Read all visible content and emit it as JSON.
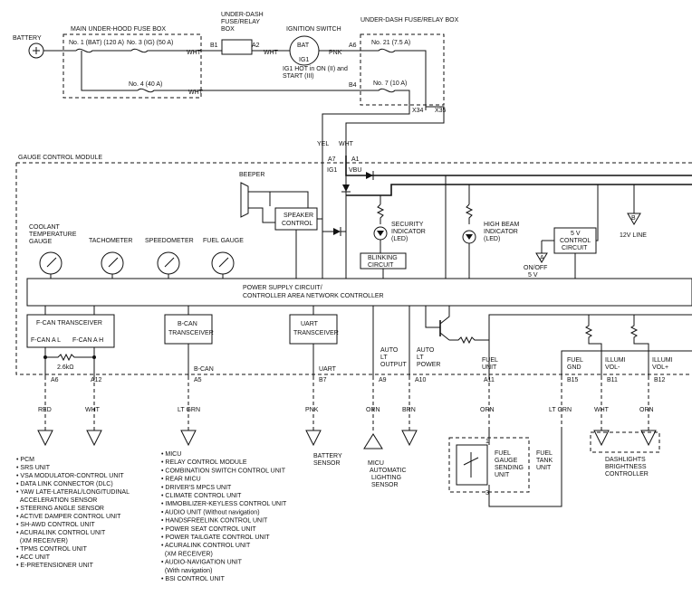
{
  "top": {
    "battery": "BATTERY",
    "main_fuse_box": "MAIN UNDER-HOOD FUSE BOX",
    "fuse_no1": "No. 1 (BAT) (120 A)",
    "fuse_no3": "No. 3 (IG) (50 A)",
    "fuse_no4": "No. 4 (40 A)",
    "underdash_left": [
      "UNDER-DASH",
      "FUSE/RELAY",
      "BOX"
    ],
    "underdash_right": "UNDER-DASH FUSE/RELAY BOX",
    "pin_b1": "B1",
    "pin_a2": "A2",
    "wht": "WHT",
    "ignition_switch": "IGNITION SWITCH",
    "bat": "BAT",
    "ig1": "IG1",
    "pnk": "PNK",
    "ig1_note": [
      "IG1 HOT in ON (II) and",
      "START (III)"
    ],
    "pin_a6": "A6",
    "pin_b4": "B4",
    "fuse_no21": "No. 21 (7.5 A)",
    "fuse_no7": "No. 7 (10 A)",
    "x34": "X34",
    "x35": "X35",
    "yel": "YEL"
  },
  "module": {
    "title": "GAUGE CONTROL MODULE",
    "a7": "A7",
    "a1": "A1",
    "ig1": "IG1",
    "vbu": "VBU",
    "beeper": "BEEPER",
    "speaker_control": [
      "SPEAKER",
      "CONTROL"
    ],
    "coolant_gauge": [
      "COOLANT",
      "TEMPERATURE",
      "GAUGE"
    ],
    "tachometer": "TACHOMETER",
    "speedometer": "SPEEDOMETER",
    "fuel_gauge": "FUEL GAUGE",
    "security_indicator": [
      "SECURITY",
      "INDICATOR",
      "(LED)"
    ],
    "blinking_circuit": [
      "BLINKING",
      "CIRCUIT"
    ],
    "high_beam_indicator": [
      "HIGH BEAM",
      "INDICATOR",
      "(LED)"
    ],
    "five_v_control": [
      "5 V",
      "CONTROL",
      "CIRCUIT"
    ],
    "on_off_5v": [
      "ON/OFF",
      "5 V"
    ],
    "conn_a": "A",
    "conn_b": "B",
    "v12_line": "12V LINE",
    "power_supply": [
      "POWER SUPPLY CIRCUIT/",
      "CONTROLLER AREA NETWORK CONTROLLER"
    ],
    "fcan_transceiver": "F-CAN TRANSCEIVER",
    "fcan_al": "F-CAN A L",
    "fcan_ah": "F-CAN A H",
    "resistor": "2.6kΩ",
    "bcan_transceiver": [
      "B-CAN",
      "TRANSCEIVER"
    ],
    "uart_transceiver": [
      "UART",
      "TRANSCEIVER"
    ],
    "auto_lt_output": [
      "AUTO",
      "LT",
      "OUTPUT"
    ],
    "auto_lt_power": [
      "AUTO",
      "LT",
      "POWER"
    ],
    "fuel_unit": [
      "FUEL",
      "UNIT"
    ],
    "fuel_gnd": [
      "FUEL",
      "GND"
    ],
    "illumi_minus": [
      "ILLUMI",
      "VOL-"
    ],
    "illumi_plus": [
      "ILLUMI",
      "VOL+"
    ]
  },
  "pins": {
    "a6": "A6",
    "a12": "A12",
    "b_can": "B-CAN",
    "a5": "A5",
    "uart": "UART",
    "b7": "B7",
    "a9": "A9",
    "a10": "A10",
    "a11": "A11",
    "b15": "B15",
    "b11": "B11",
    "b12": "B12"
  },
  "wires": {
    "red": "RED",
    "wht": "WHT",
    "lt_grn_bcan": "LT GRN",
    "pnk": "PNK",
    "orn_a9": "ORN",
    "brn": "BRN",
    "orn_a11": "ORN",
    "lt_grn_b15": "LT GRN",
    "wht_b11": "WHT",
    "orn_b12": "ORN"
  },
  "bottom": {
    "fcan_list": [
      "PCM",
      "SRS UNIT",
      "VSA MODULATOR-CONTROL UNIT",
      "DATA LINK CONNECTOR (DLC)",
      "YAW LATE-LATERAL/LONGITUDINAL",
      "ACCELERATION SENSOR",
      "STEERING ANGLE SENSOR",
      "ACTIVE DAMPER CONTROL UNIT",
      "SH-AWD CONTROL UNIT",
      "ACURALINK CONTROL UNIT",
      "(XM RECEIVER)",
      "TPMS CONTROL UNIT",
      "ACC UNIT",
      "E-PRETENSIONER UNIT"
    ],
    "fcan_bullets": [
      true,
      true,
      true,
      true,
      true,
      false,
      true,
      true,
      true,
      true,
      false,
      true,
      true,
      true
    ],
    "bcan_list": [
      "MICU",
      "RELAY CONTROL MODULE",
      "COMBINATION SWITCH CONTROL UNIT",
      "REAR MICU",
      "DRIVER'S MPCS UNIT",
      "CLIMATE CONTROL UNIT",
      "IMMOBILIZER-KEYLESS CONTROL UNIT",
      "AUDIO UNIT (Without navigation)",
      "HANDSFREELINK CONTROL UNIT",
      "POWER SEAT CONTROL UNIT",
      "POWER TAILGATE CONTROL UNIT",
      "ACURALINK CONTROL UNIT",
      "(XM RECEIVER)",
      "AUDIO-NAVIGATION UNIT",
      "(With navigation)",
      "BSI CONTROL UNIT"
    ],
    "bcan_bullets": [
      true,
      true,
      true,
      true,
      true,
      true,
      true,
      true,
      true,
      true,
      true,
      true,
      false,
      true,
      false,
      true
    ],
    "battery_sensor": [
      "BATTERY",
      "SENSOR"
    ],
    "micu_auto": [
      "MICU",
      "AUTOMATIC",
      "LIGHTING",
      "SENSOR"
    ],
    "fuel_gauge_sending": [
      "FUEL",
      "GAUGE",
      "SENDING",
      "UNIT"
    ],
    "fuel_tank_unit": [
      "FUEL",
      "TANK",
      "UNIT"
    ],
    "fuel_pin1": "1",
    "fuel_pin3": "3",
    "dashlights": [
      "DASHLIGHTS",
      "BRIGHTNESS",
      "CONTROLLER"
    ]
  }
}
